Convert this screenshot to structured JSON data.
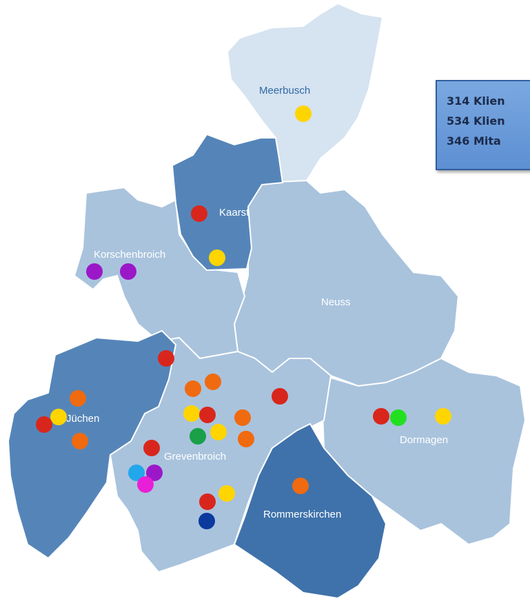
{
  "map": {
    "districts": [
      {
        "name": "Meerbusch",
        "shade": "light"
      },
      {
        "name": "Kaarst",
        "shade": "dark"
      },
      {
        "name": "Korschenbroich",
        "shade": "mid"
      },
      {
        "name": "Neuss",
        "shade": "mid"
      },
      {
        "name": "Jüchen",
        "shade": "dark"
      },
      {
        "name": "Grevenbroich",
        "shade": "mid"
      },
      {
        "name": "Dormagen",
        "shade": "mid"
      },
      {
        "name": "Rommerskirchen",
        "shade": "dark"
      }
    ],
    "colors": {
      "light_region": "#d6e3f0",
      "mid_region": "#a9c3dd",
      "dark_region": "#5585b8",
      "border": "#ffffff",
      "marker_red": "#d9261c",
      "marker_yellow": "#ffd500",
      "marker_orange": "#f06a10",
      "marker_purple": "#9b18c8",
      "marker_green": "#19a049",
      "marker_lime": "#22e020",
      "marker_cyan": "#22a7ea",
      "marker_magenta": "#e81fd6",
      "marker_navy": "#0b3a9e"
    }
  },
  "stats": {
    "line1": "314 Klien",
    "line2": "534 Klien",
    "line3": "346 Mita"
  }
}
